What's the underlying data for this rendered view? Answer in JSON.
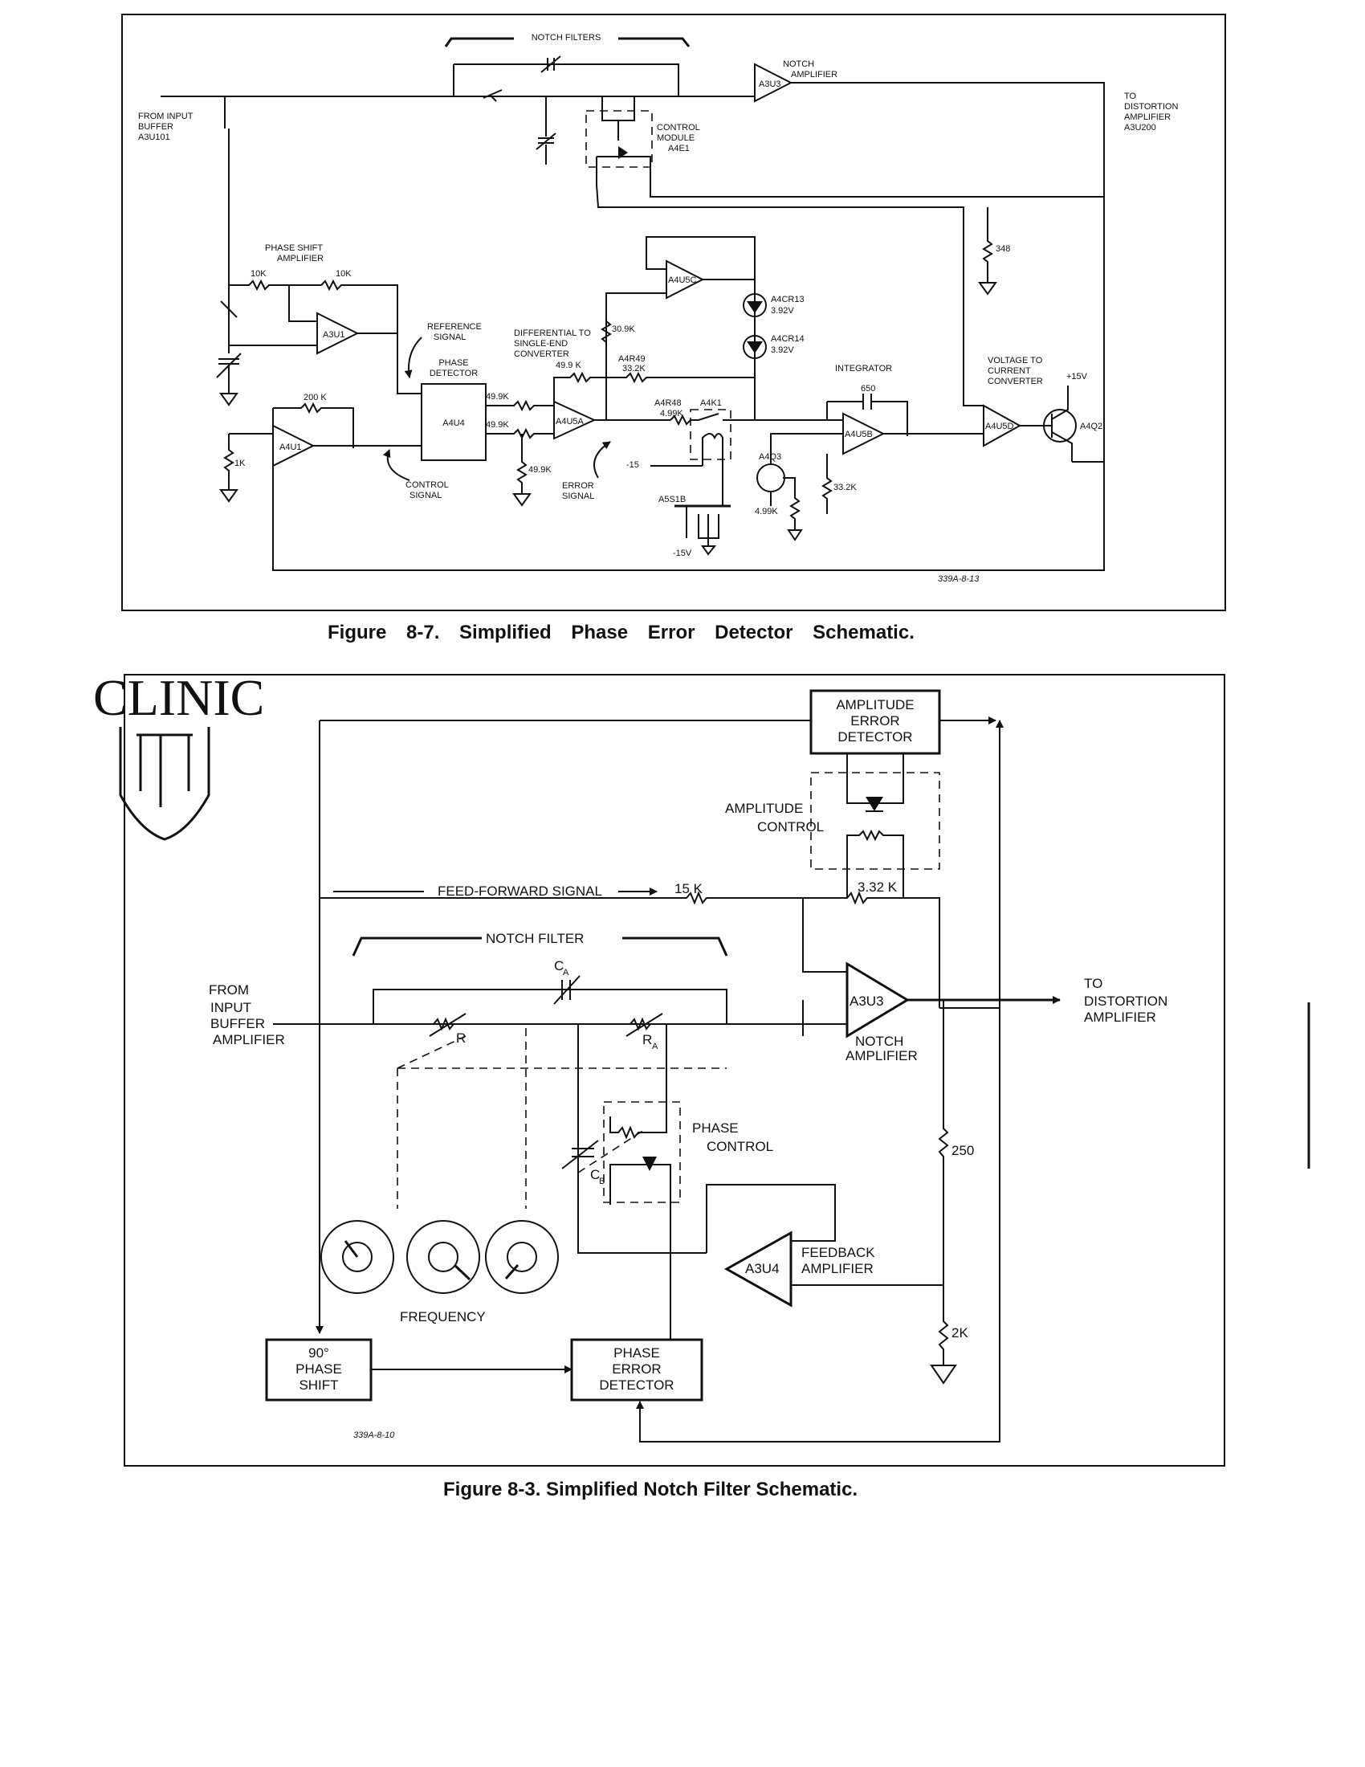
{
  "fig1": {
    "caption": "Figure 8-7. Simplified Phase Error Detector Schematic.",
    "drawing_no": "339A-8-13",
    "labels": {
      "notch_filters": "NOTCH FILTERS",
      "from_input": "FROM INPUT",
      "buffer": "BUFFER",
      "a3u101": "A3U101",
      "a3u3": "A3U3",
      "notch": "NOTCH",
      "amplifier": "AMPLIFIER",
      "to": "TO",
      "distortion": "DISTORTION",
      "amplifier2": "AMPLIFIER",
      "a3u200": "A3U200",
      "control": "CONTROL",
      "module": "MODULE",
      "a4e1": "A4E1",
      "r348": "348",
      "phase_shift": "PHASE SHIFT",
      "amplifier3": "AMPLIFIER",
      "r10k_a": "10K",
      "r10k_b": "10K",
      "a3u1": "A3U1",
      "reference": "REFERENCE",
      "signal": "SIGNAL",
      "phase": "PHASE",
      "detector": "DETECTOR",
      "a4u4": "A4U4",
      "r200k": "200 K",
      "a4u1": "A4U1",
      "r1k": "1K",
      "control_sig": "CONTROL",
      "signal2": "SIGNAL",
      "r499k_a": "49.9K",
      "r499k_b": "49.9K",
      "r499k_c": "49.9K",
      "r499k_d": "49.9 K",
      "differential_to": "DIFFERENTIAL TO",
      "single_end": "SINGLE-END",
      "converter": "CONVERTER",
      "a4u5a": "A4U5A",
      "r309k": "30.9K",
      "a4r49": "A4R49",
      "r332k": "33.2K",
      "a4r48": "A4R48",
      "r499k_e": "4.99K",
      "a4k1": "A4K1",
      "neg15": "-15",
      "error": "ERROR",
      "signal3": "SIGNAL",
      "a5s1b": "A5S1B",
      "neg15v": "-15V",
      "a4u5c": "A4U5C",
      "a4cr13": "A4CR13",
      "v392_a": "3.92V",
      "a4cr14": "A4CR14",
      "v392_b": "3.92V",
      "integrator": "INTEGRATOR",
      "c650": "650",
      "a4u5b": "A4U5B",
      "a4q3": "A4Q3",
      "r499k_f": "4.99K",
      "r332k_b": "33.2K",
      "voltage_to": "VOLTAGE TO",
      "current": "CURRENT",
      "converter2": "CONVERTER",
      "plus15v": "+15V",
      "a4u5d": "A4U5D",
      "a4q2": "A4Q2"
    }
  },
  "fig2": {
    "caption": "Figure 8-3. Simplified Notch Filter Schematic.",
    "drawing_no": "339A-8-10",
    "labels": {
      "amp_err_1": "AMPLITUDE",
      "amp_err_2": "ERROR",
      "amp_err_3": "DETECTOR",
      "amp_ctl_1": "AMPLITUDE",
      "amp_ctl_2": "CONTROL",
      "feed_forward": "FEED-FORWARD SIGNAL",
      "r15k": "15 K",
      "r332k": "3.32 K",
      "notch_filter": "NOTCH FILTER",
      "ca": "C",
      "ca_sub": "A",
      "from": "FROM",
      "input": "INPUT",
      "buffer": "BUFFER",
      "amplifier": "AMPLIFIER",
      "r": "R",
      "ra": "R",
      "ra_sub": "A",
      "a3u3": "A3U3",
      "notch": "NOTCH",
      "amplifier2": "AMPLIFIER",
      "to": "TO",
      "distortion": "DISTORTION",
      "amplifier3": "AMPLIFIER",
      "phase_ctl_1": "PHASE",
      "phase_ctl_2": "CONTROL",
      "cb": "C",
      "cb_sub": "B",
      "r250": "250",
      "a3u4": "A3U4",
      "feedback": "FEEDBACK",
      "amplifier4": "AMPLIFIER",
      "frequency": "FREQUENCY",
      "r2k": "2K",
      "shift_1": "90°",
      "shift_2": "PHASE",
      "shift_3": "SHIFT",
      "ped_1": "PHASE",
      "ped_2": "ERROR",
      "ped_3": "DETECTOR"
    }
  },
  "watermark": "CLINIC"
}
